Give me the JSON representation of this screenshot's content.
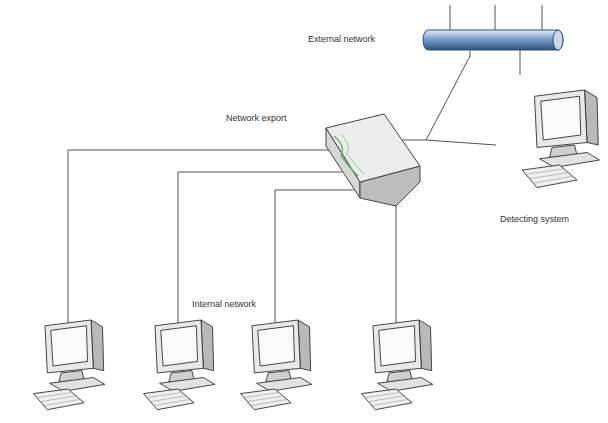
{
  "diagram": {
    "nodes": [
      {
        "text": [
          "External network"
        ]
      },
      {
        "text": [
          "Network export"
        ]
      },
      {
        "text": [
          "Detecting system"
        ]
      }
    ],
    "edges": [
      {
        "from": 0,
        "to": 1,
        "arrow": "none"
      },
      {
        "from": 1,
        "to": 2,
        "arrow": "none"
      }
    ],
    "labels": [
      "Internal network"
    ]
  }
}
